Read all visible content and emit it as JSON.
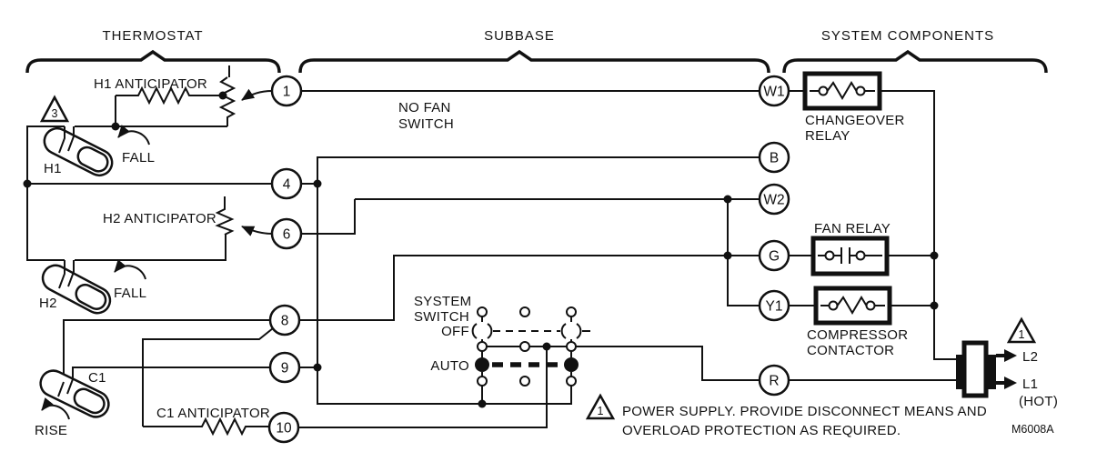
{
  "diagram_title": "Thermostat / subbase / system components wiring diagram",
  "sections": {
    "thermostat": "THERMOSTAT",
    "subbase": "SUBBASE",
    "system_components": "SYSTEM COMPONENTS"
  },
  "terminals": {
    "t1": "1",
    "t4": "4",
    "t6": "6",
    "t8": "8",
    "t9": "9",
    "t10": "10",
    "w1": "W1",
    "b": "B",
    "w2": "W2",
    "g": "G",
    "y1": "Y1",
    "r": "R"
  },
  "components": {
    "h1_anticipator": "H1 ANTICIPATOR",
    "h2_anticipator": "H2 ANTICIPATOR",
    "c1_anticipator": "C1 ANTICIPATOR",
    "changeover_relay_line1": "CHANGEOVER",
    "changeover_relay_line2": "RELAY",
    "fan_relay": "FAN RELAY",
    "compressor_contactor_line1": "COMPRESSOR",
    "compressor_contactor_line2": "CONTACTOR",
    "h1_bulb": "H1",
    "h2_bulb": "H2",
    "c1_bulb": "C1"
  },
  "switch": {
    "label_line1": "SYSTEM",
    "label_line2": "SWITCH",
    "off": "OFF",
    "auto": "AUTO"
  },
  "annotations": {
    "no_fan_line1": "NO FAN",
    "no_fan_line2": "SWITCH",
    "fall": "FALL",
    "rise": "RISE",
    "ref3": "3",
    "ref1": "1",
    "power_line1": "POWER SUPPLY.  PROVIDE DISCONNECT MEANS AND",
    "power_line2": "OVERLOAD PROTECTION AS REQUIRED.",
    "l2": "L2",
    "l1": "L1",
    "hot": "(HOT)",
    "model": "M6008A"
  },
  "colors": {
    "ink": "#111111",
    "background": "#ffffff"
  }
}
